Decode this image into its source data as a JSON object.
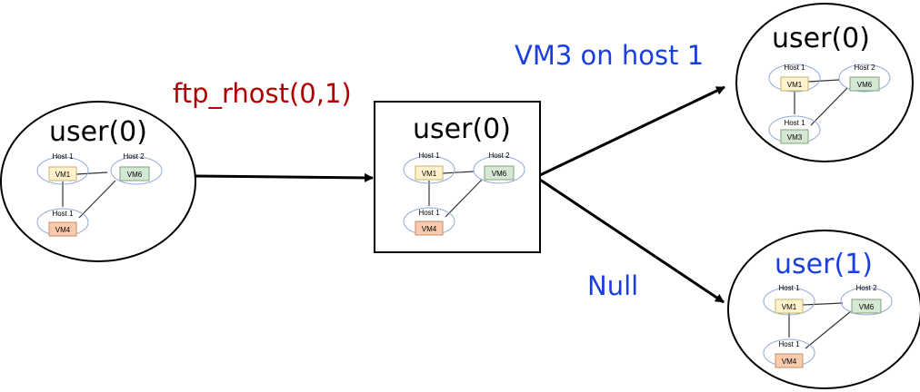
{
  "colors": {
    "stroke": "#000000",
    "edge_label_red": "#b00000",
    "edge_label_blue": "#1a3fe0",
    "title_blue": "#1a3fe0",
    "host_ellipse": "#8fa8d6",
    "vm_yellow_fill": "#fff2cc",
    "vm_yellow_stroke": "#c9b36a",
    "vm_green_fill": "#d5e8d4",
    "vm_green_stroke": "#7fa37a",
    "vm_orange_fill": "#f8cbad",
    "vm_orange_stroke": "#c98b63"
  },
  "states": {
    "initial": {
      "title": "user(0)",
      "hosts": {
        "top_left": "Host 1",
        "top_right": "Host 2",
        "bottom": "Host 1"
      },
      "vms": {
        "top_left": "VM1",
        "top_right": "VM6",
        "bottom": "VM4"
      }
    },
    "middle": {
      "title": "user(0)",
      "hosts": {
        "top_left": "Host 1",
        "top_right": "Host 2",
        "bottom": "Host 1"
      },
      "vms": {
        "top_left": "VM1",
        "top_right": "VM6",
        "bottom": "VM4"
      }
    },
    "upper_result": {
      "title": "user(0)",
      "hosts": {
        "top_left": "Host 1",
        "top_right": "Host 2",
        "bottom": "Host 1"
      },
      "vms": {
        "top_left": "VM1",
        "top_right": "VM6",
        "bottom": "VM3"
      }
    },
    "lower_result": {
      "title": "user(1)",
      "hosts": {
        "top_left": "Host 1",
        "top_right": "Host 2",
        "bottom": "Host 1"
      },
      "vms": {
        "top_left": "VM1",
        "top_right": "VM6",
        "bottom": "VM4"
      }
    }
  },
  "edges": {
    "action": {
      "label": "ftp_rhost(0,1)"
    },
    "upper": {
      "label": "VM3 on host 1"
    },
    "lower": {
      "label": "Null"
    }
  }
}
